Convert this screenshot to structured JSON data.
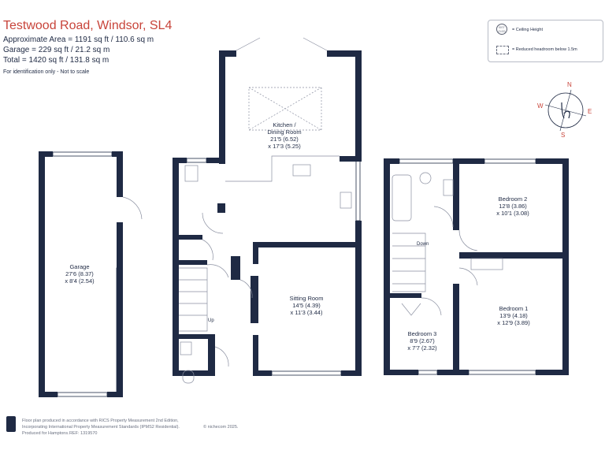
{
  "header": {
    "title": "Testwood Road, Windsor, SL4",
    "approx_area": "Approximate Area = 1191 sq ft / 110.6 sq m",
    "garage_area": "Garage = 229 sq ft / 21.2 sq m",
    "total_area": "Total = 1420 sq ft / 131.8 sq m",
    "note": "For identification only - Not to scale"
  },
  "legend": {
    "ceiling_icon_text": "00'0\" (0.00)",
    "ceiling_label": "= Ceiling Height",
    "headroom_label": "= Reduced headroom below 1.5m"
  },
  "compass": {
    "n": "N",
    "e": "E",
    "s": "S",
    "w": "W"
  },
  "rooms": {
    "garage": {
      "name": "Garage",
      "dim1": "27'6 (8.37)",
      "dim2": "x 8'4 (2.54)"
    },
    "kitchen": {
      "name": "Kitchen /",
      "name2": "Dining Room",
      "dim1": "21'5 (6.52)",
      "dim2": "x 17'3 (5.25)"
    },
    "sitting": {
      "name": "Sitting Room",
      "dim1": "14'5 (4.39)",
      "dim2": "x 11'3 (3.44)"
    },
    "bedroom1": {
      "name": "Bedroom 1",
      "dim1": "13'9 (4.18)",
      "dim2": "x 12'9 (3.89)"
    },
    "bedroom2": {
      "name": "Bedroom 2",
      "dim1": "12'8 (3.86)",
      "dim2": "x 10'1 (3.08)"
    },
    "bedroom3": {
      "name": "Bedroom 3",
      "dim1": "8'9 (2.67)",
      "dim2": "x 7'7 (2.32)"
    }
  },
  "stairs": {
    "up": "Up",
    "down": "Down"
  },
  "footer": {
    "line1": "Floor plan produced in accordance with RICS Property Measurement 2nd Edition,",
    "line2": "Incorporating International Property Measurement Standards (IPMS2 Residential).",
    "copyright": "© nichecom 2025.",
    "line3": "Produced for Hamptons.",
    "ref": "REF: 1319570"
  },
  "colors": {
    "wall": "#1f2a44",
    "accent": "#c8443a",
    "fixture": "#8a8fa0"
  }
}
